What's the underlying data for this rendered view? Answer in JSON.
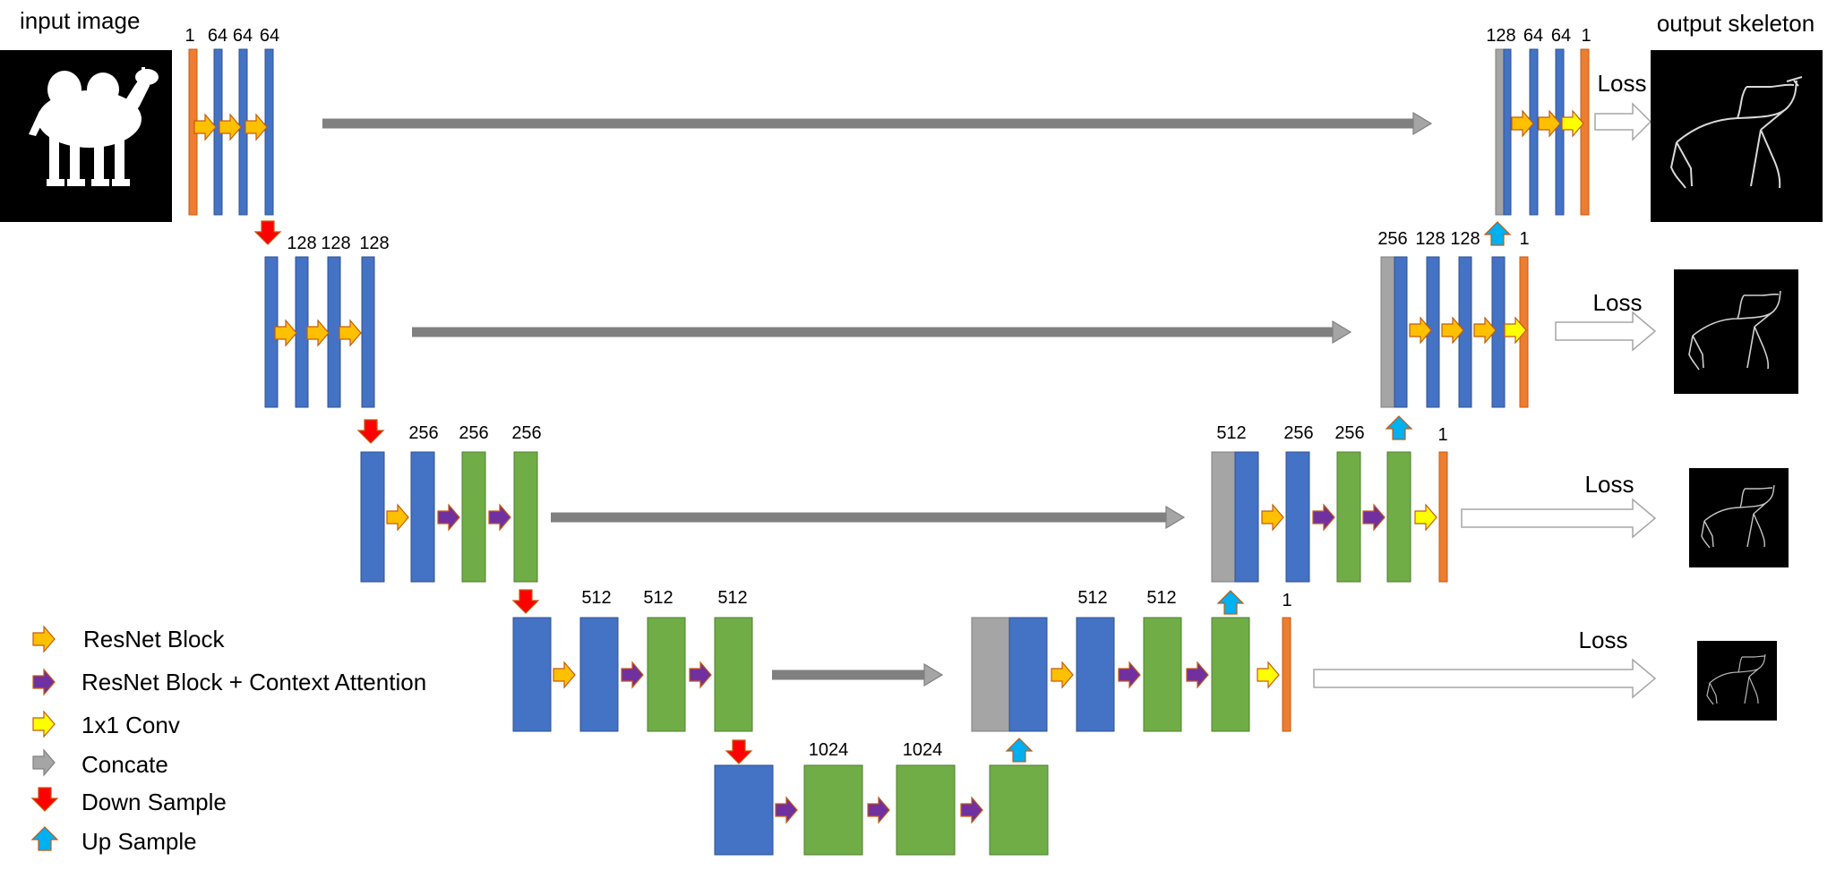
{
  "titles": {
    "input": "input image",
    "output": "output skeleton"
  },
  "loss_label": "Loss",
  "encoder": {
    "level1": [
      "1",
      "64",
      "64",
      "64"
    ],
    "level2": [
      "128",
      "128",
      "128"
    ],
    "level3": [
      "256",
      "256",
      "256"
    ],
    "level4": [
      "512",
      "512",
      "512"
    ],
    "level5": [
      "1024",
      "1024"
    ]
  },
  "decoder": {
    "level1": [
      "128",
      "64",
      "64",
      "1"
    ],
    "level2": [
      "256",
      "128",
      "128",
      "1"
    ],
    "level3": [
      "512",
      "256",
      "256",
      "1"
    ],
    "level4": [
      "512",
      "512",
      "1"
    ]
  },
  "legend": [
    {
      "label": "ResNet Block",
      "icon": "orange-arrow-icon"
    },
    {
      "label": "ResNet Block + Context Attention",
      "icon": "purple-arrow-icon"
    },
    {
      "label": "1x1 Conv",
      "icon": "yellow-arrow-icon"
    },
    {
      "label": "Concate",
      "icon": "gray-arrow-icon"
    },
    {
      "label": "Down Sample",
      "icon": "red-down-arrow-icon"
    },
    {
      "label": "Up Sample",
      "icon": "blue-up-arrow-icon"
    }
  ],
  "colors": {
    "blue_block": "#4472C4",
    "green_block": "#70AD47",
    "gray_block": "#A5A5A5",
    "orange_block": "#ED7D31",
    "resnet_arrow": "#FFC000",
    "attention_arrow": "#7030A0",
    "conv_arrow": "#FFFF00",
    "concat_arrow": "#A5A5A5",
    "down_arrow": "#FF0000",
    "up_arrow": "#00B0F0"
  }
}
